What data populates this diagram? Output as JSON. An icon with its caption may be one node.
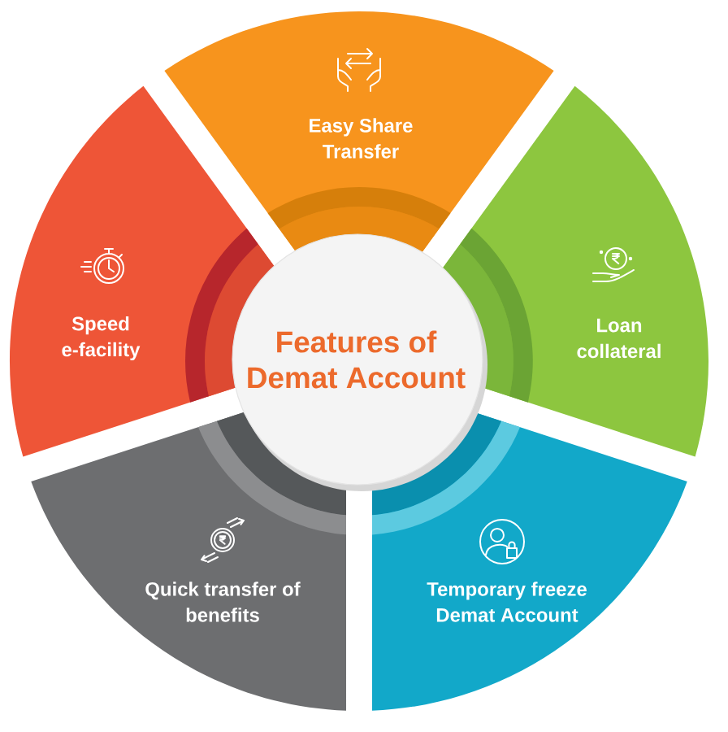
{
  "diagram": {
    "nodes": [
      {
        "text": [
          "Features of Demat Account"
        ]
      },
      {
        "text": [
          "Easy Share Transfer"
        ]
      },
      {
        "text": [
          "Loan collateral"
        ]
      },
      {
        "text": [
          "Temporary freeze Demat Account"
        ]
      },
      {
        "text": [
          "Quick transfer of benefits"
        ]
      },
      {
        "text": [
          "Speed e-facility"
        ]
      }
    ]
  }
}
